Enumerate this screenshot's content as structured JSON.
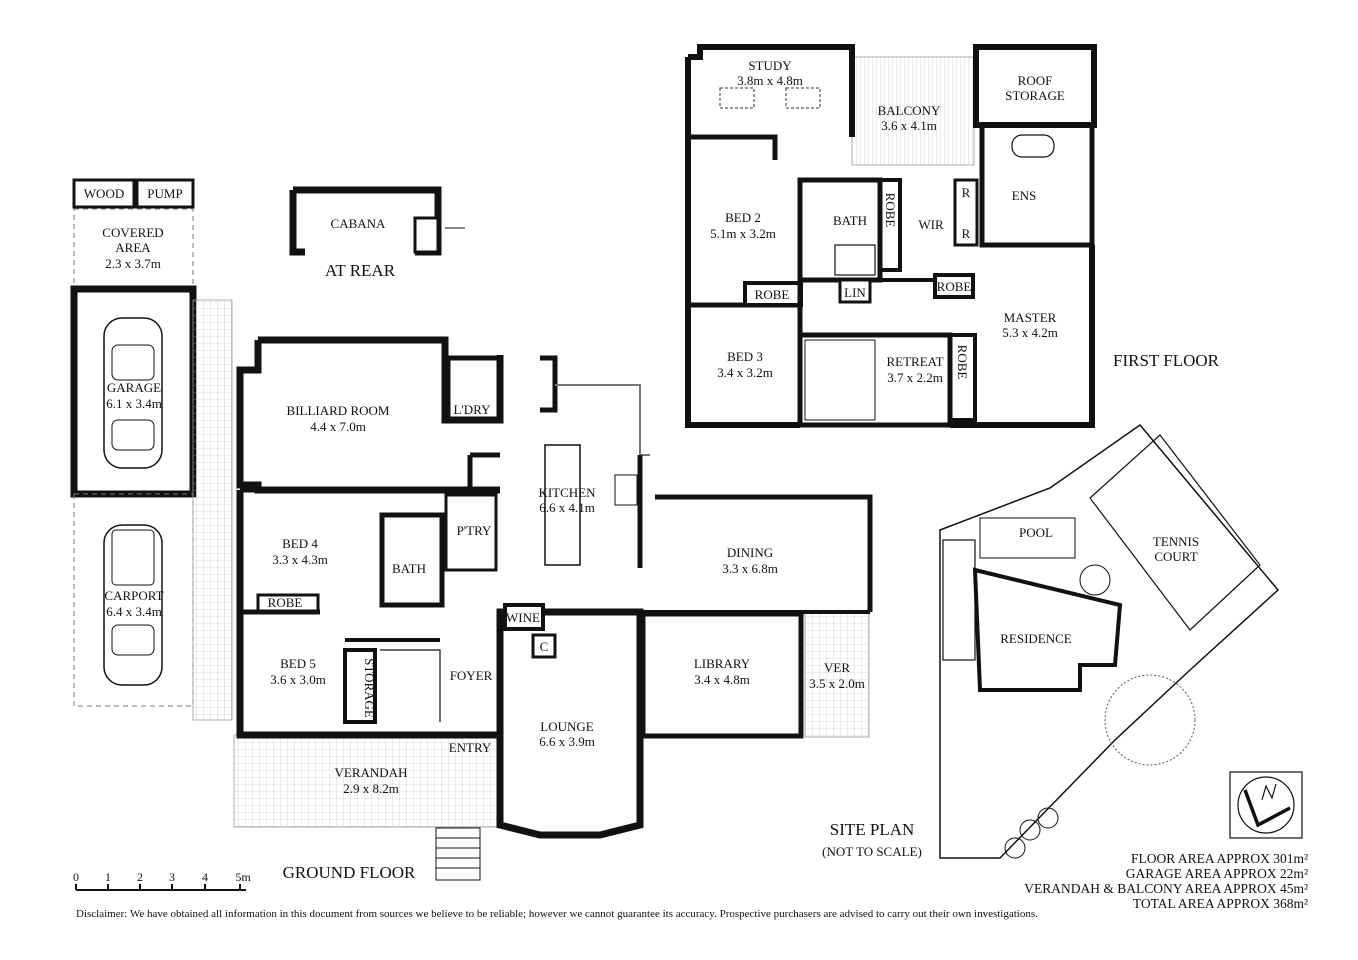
{
  "title": {
    "ground_floor": "GROUND FLOOR",
    "first_floor": "FIRST FLOOR",
    "at_rear": "AT REAR",
    "site_plan": "SITE PLAN",
    "site_plan_note": "(NOT TO SCALE)"
  },
  "ground_rooms": {
    "wood": "WOOD",
    "pump": "PUMP",
    "covered_area": "COVERED",
    "covered_area2": "AREA",
    "covered_area_dim": "2.3 x 3.7m",
    "garage": "GARAGE",
    "garage_dim": "6.1 x 3.4m",
    "carport": "CARPORT",
    "carport_dim": "6.4 x 3.4m",
    "cabana": "CABANA",
    "billiard": "BILLIARD ROOM",
    "billiard_dim": "4.4 x 7.0m",
    "laundry": "L'DRY",
    "kitchen": "KITCHEN",
    "kitchen_dim": "6.6 x 4.1m",
    "pantry": "P'TRY",
    "bed4": "BED 4",
    "bed4_dim": "3.3 x 4.3m",
    "bath": "BATH",
    "robe": "ROBE",
    "dining": "DINING",
    "dining_dim": "3.3 x 6.8m",
    "wine": "WINE",
    "c": "C",
    "bed5": "BED 5",
    "bed5_dim": "3.6 x 3.0m",
    "storage": "STORAGE",
    "foyer": "FOYER",
    "library": "LIBRARY",
    "library_dim": "3.4 x 4.8m",
    "ver": "VER",
    "ver_dim": "3.5 x 2.0m",
    "lounge": "LOUNGE",
    "lounge_dim": "6.6 x 3.9m",
    "entry": "ENTRY",
    "verandah": "VERANDAH",
    "verandah_dim": "2.9 x 8.2m"
  },
  "first_rooms": {
    "study": "STUDY",
    "study_dim": "3.8m x 4.8m",
    "balcony": "BALCONY",
    "balcony_dim": "3.6 x 4.1m",
    "roof_storage": "ROOF",
    "roof_storage2": "STORAGE",
    "bed2": "BED 2",
    "bed2_dim": "5.1m x 3.2m",
    "bath": "BATH",
    "robe_v": "ROBE",
    "wir": "WIR",
    "r1": "R",
    "r2": "R",
    "ens": "ENS",
    "robe_b2": "ROBE",
    "lin": "LIN",
    "robe_m": "ROBE",
    "master": "MASTER",
    "master_dim": "5.3 x 4.2m",
    "bed3": "BED 3",
    "bed3_dim": "3.4 x 3.2m",
    "retreat": "RETREAT",
    "retreat_dim": "3.7 x 2.2m",
    "robe_r": "ROBE"
  },
  "site": {
    "pool": "POOL",
    "tennis": "TENNIS",
    "court": "COURT",
    "residence": "RESIDENCE"
  },
  "scale": {
    "ticks": [
      "0",
      "1",
      "2",
      "3",
      "4",
      "5m"
    ]
  },
  "areas": {
    "floor": "FLOOR AREA APPROX 301m²",
    "garage": "GARAGE AREA APPROX 22m²",
    "verandah": "VERANDAH & BALCONY AREA APPROX 45m²",
    "total": "TOTAL AREA APPROX 368m²"
  },
  "disclaimer": "Disclaimer: We have obtained all information in this document from sources we believe to be reliable; however we cannot guarantee its accuracy. Prospective purchasers are advised to carry out their own investigations.",
  "compass_icon": "north-arrow-icon"
}
